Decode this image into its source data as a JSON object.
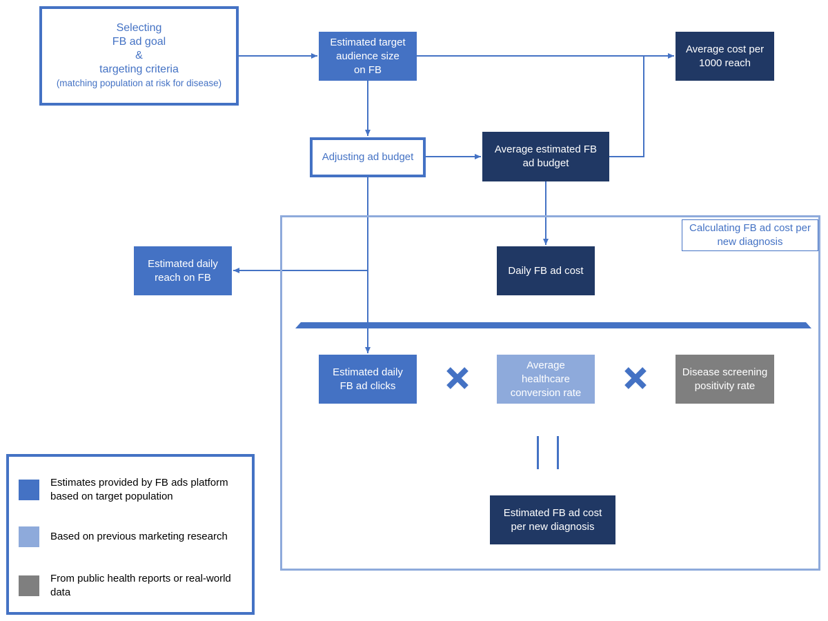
{
  "nodes": {
    "selecting": {
      "lines": [
        "Selecting",
        "FB ad goal",
        "&",
        "targeting criteria"
      ],
      "note": "(matching population at risk for disease)"
    },
    "audience": "Estimated target\naudience size\non FB",
    "cost_per_reach": "Average cost per\n1000 reach",
    "adjusting": "Adjusting ad budget",
    "avg_budget": "Average estimated FB\nad budget",
    "daily_reach": "Estimated daily\nreach on FB",
    "daily_cost": "Daily FB ad cost",
    "daily_clicks": "Estimated daily\nFB ad clicks",
    "conversion": "Average\nhealthcare\nconversion rate",
    "positivity": "Disease screening\npositivity rate",
    "cost_per_diagnosis": "Estimated FB ad cost\nper new diagnosis"
  },
  "region_label": "Calculating FB ad cost per\nnew diagnosis",
  "legend": [
    {
      "text": "Estimates provided by FB ads platform\nbased on target population",
      "color": "#4472c4"
    },
    {
      "text": "Based on previous marketing research",
      "color": "#8eaadb"
    },
    {
      "text": "From public health reports or real-world\ndata",
      "color": "#7f7f7f"
    }
  ],
  "colors": {
    "mid": "#4472c4",
    "dark": "#203864",
    "light": "#8eaadb",
    "gray": "#7f7f7f"
  },
  "operators": [
    "multiply-sign",
    "multiply-sign",
    "equals-sign"
  ]
}
